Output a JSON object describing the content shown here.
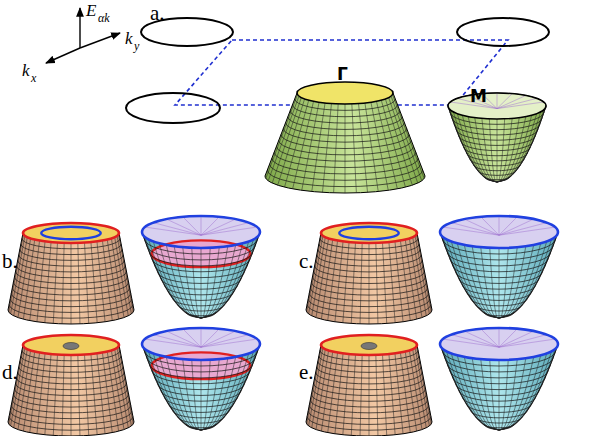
{
  "diagram": {
    "labels": [
      "a.",
      "E",
      "αk",
      "k",
      "y",
      "k",
      "x",
      "Γ",
      "M",
      "b.",
      "c.",
      "d.",
      "e."
    ]
  }
}
